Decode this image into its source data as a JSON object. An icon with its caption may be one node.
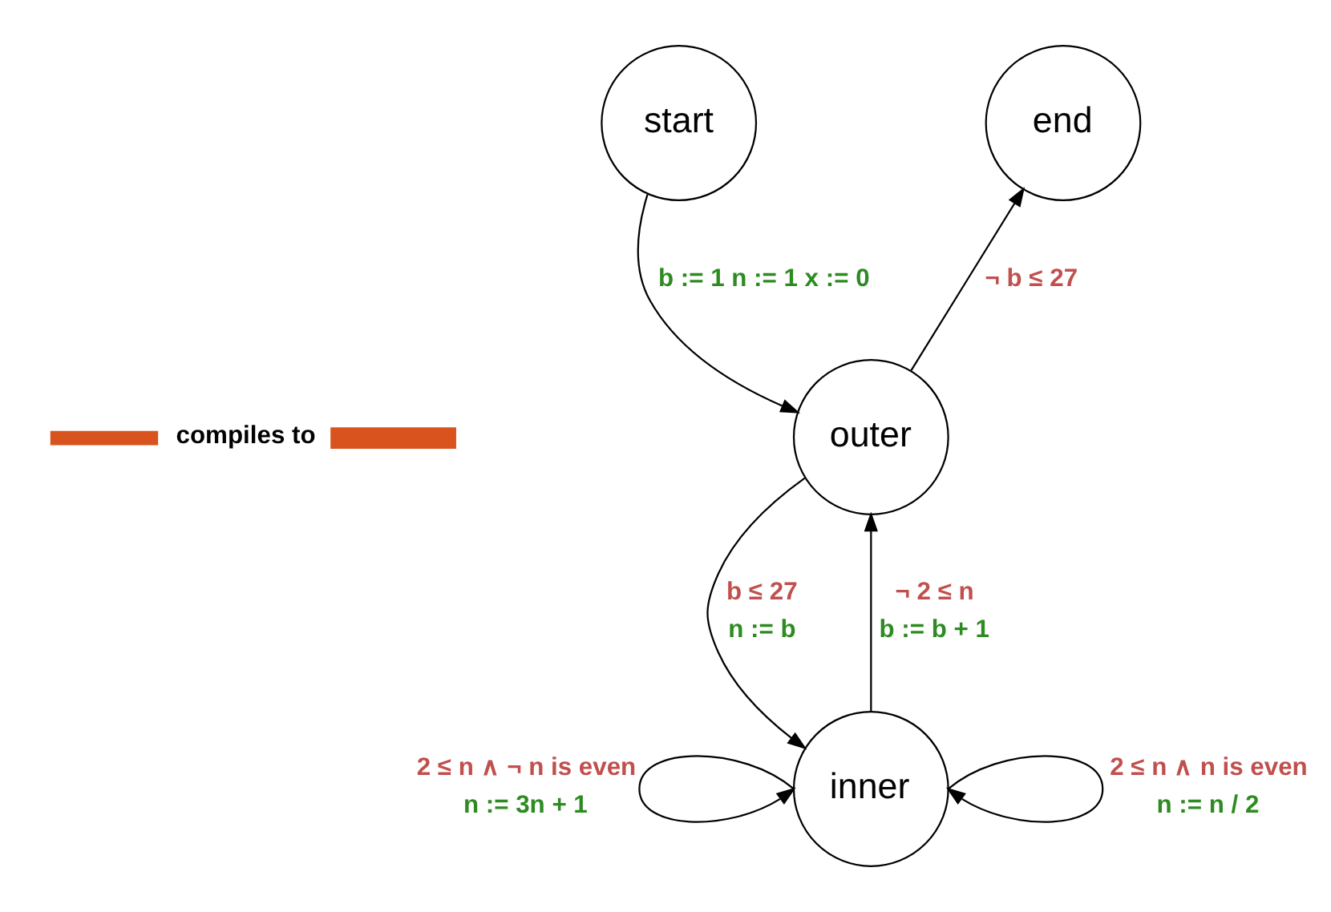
{
  "diagram": {
    "nodes": [
      {
        "text": [
          "start"
        ]
      },
      {
        "text": [
          "end"
        ]
      },
      {
        "text": [
          "outer"
        ]
      },
      {
        "text": [
          "inner"
        ]
      }
    ],
    "edges": [
      {
        "from": 0,
        "to": 2,
        "arrow": "to",
        "label": [
          "b := 1 n := 1 x := 0"
        ]
      },
      {
        "from": 2,
        "to": 1,
        "arrow": "to",
        "label": [
          "¬ b ≤ 27"
        ]
      },
      {
        "from": 2,
        "to": 3,
        "arrow": "to",
        "label": [
          "b ≤ 27",
          "n := b"
        ]
      },
      {
        "from": 3,
        "to": 2,
        "arrow": "to",
        "label": [
          "¬ 2 ≤ n",
          "b := b + 1"
        ]
      },
      {
        "from": 3,
        "to": 3,
        "arrow": "to",
        "label": [
          "2 ≤ n ∧ ¬ n is even",
          "n := 3n + 1"
        ]
      },
      {
        "from": 3,
        "to": 3,
        "arrow": "to",
        "label": [
          "2 ≤ n ∧ n is even",
          "n := n / 2"
        ]
      }
    ],
    "labels": [
      "compiles to"
    ]
  }
}
